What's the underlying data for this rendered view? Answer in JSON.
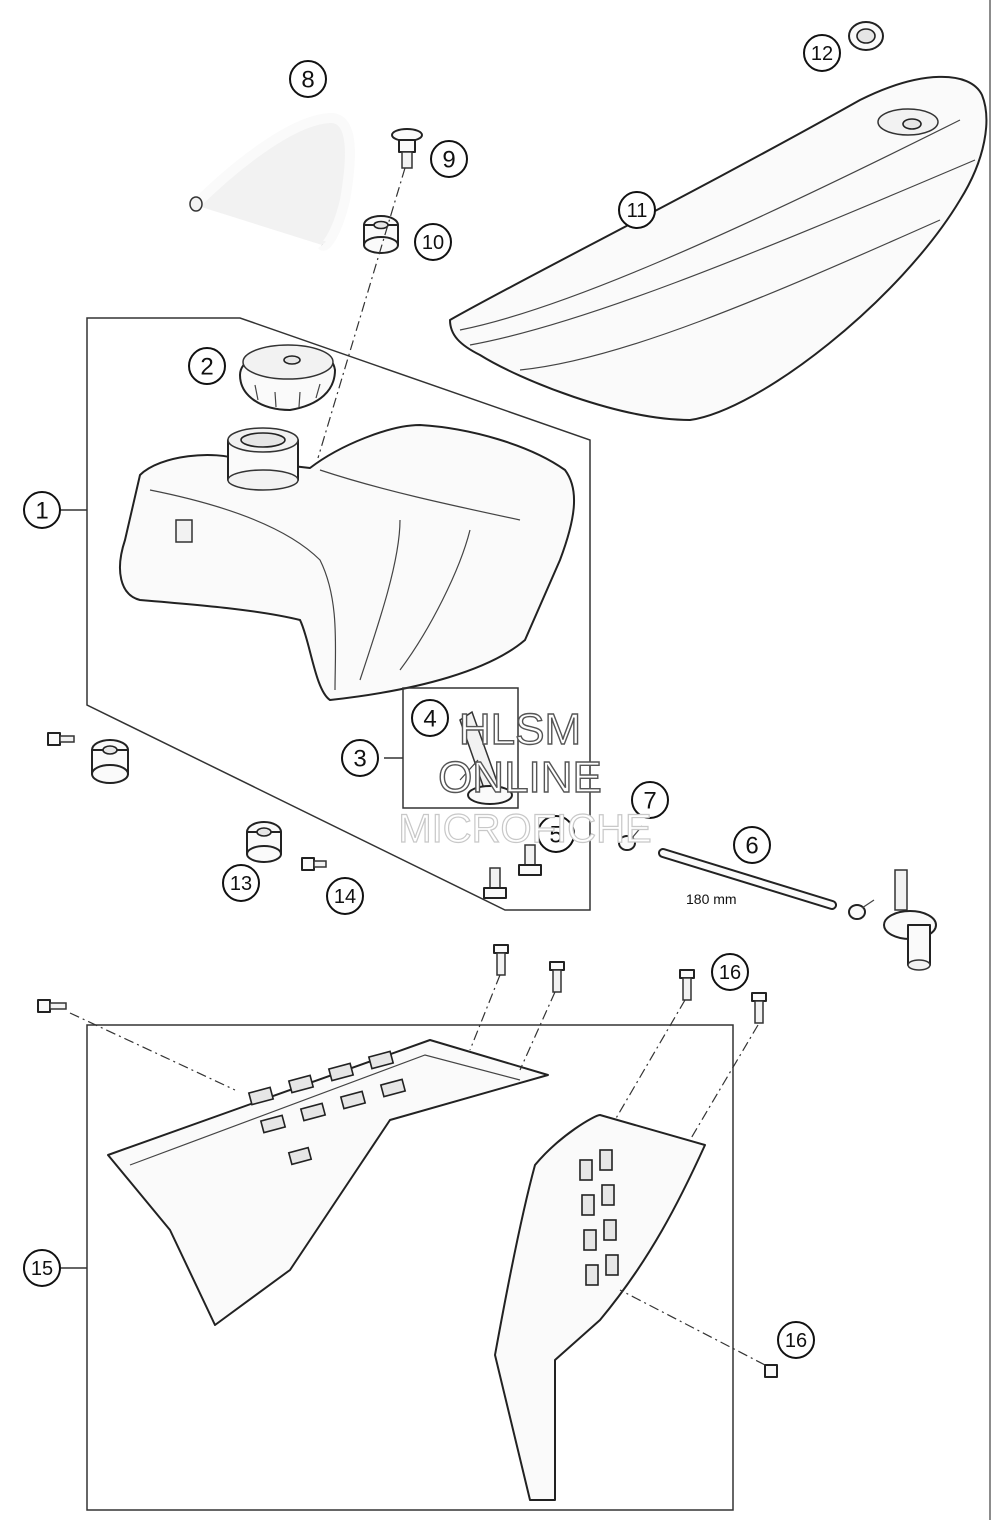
{
  "callouts": [
    "1",
    "2",
    "3",
    "4",
    "5",
    "6",
    "7",
    "8",
    "9",
    "10",
    "11",
    "12",
    "13",
    "14",
    "15",
    "16",
    "16"
  ],
  "dimension_label": "180 mm",
  "watermark": {
    "line1": "HLSM",
    "line2": "ONLINE",
    "line3": "MICROFICHE"
  }
}
